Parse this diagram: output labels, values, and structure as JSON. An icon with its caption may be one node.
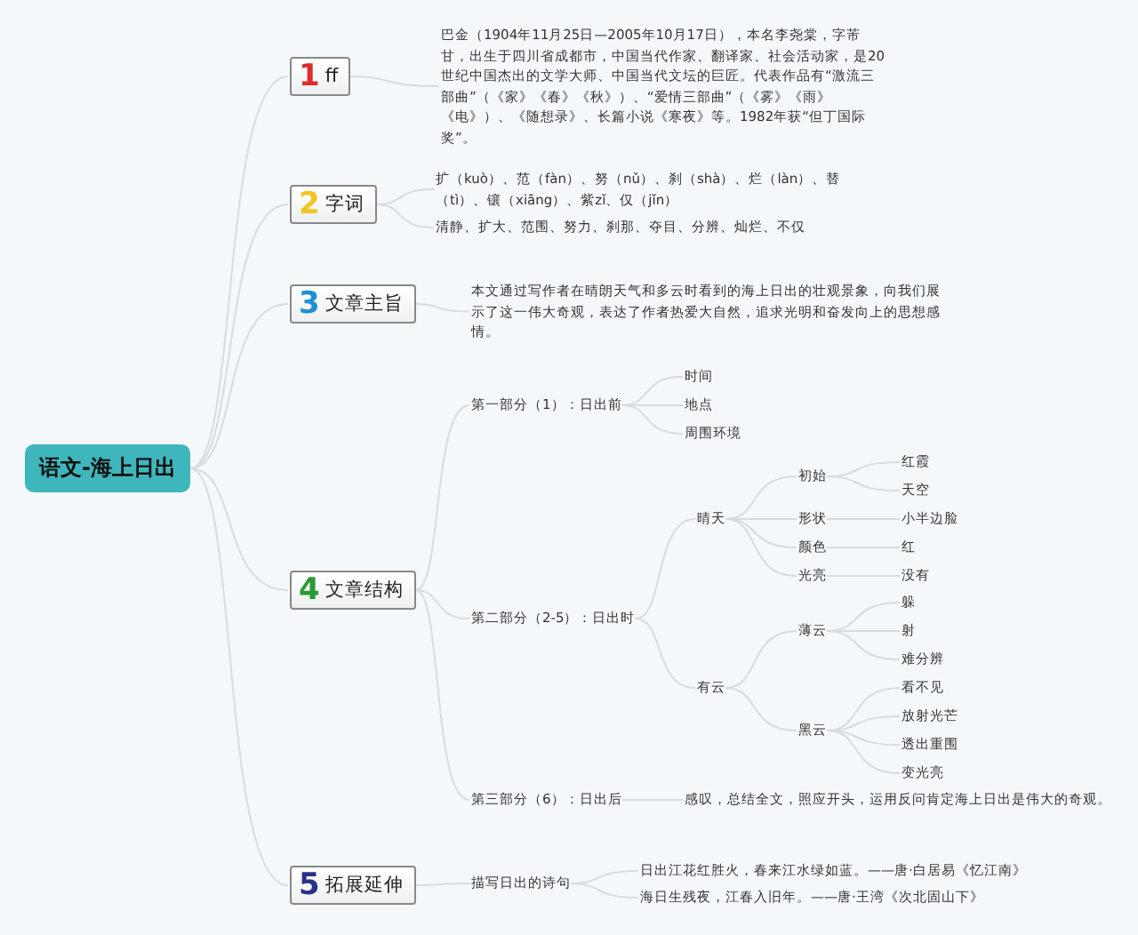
{
  "diagram": {
    "nodes": [
      {
        "text": [
          "语文-海上日出"
        ]
      },
      {
        "text": [
          "1",
          "ff"
        ]
      },
      {
        "text": [
          "巴金（1904年11月25日—2005年10月17日），本名李尧棠，字芾甘，出生于四川省成都市，中国当代作家、翻译家、社会活动家，是20世纪中国杰出的文学大师、中国当代文坛的巨匠。代表作品有“激流三部曲”（《家》《春》《秋》）、“爱情三部曲”（《雾》《雨》《电》）、《随想录》、长篇小说《寒夜》等。1982年获“但丁国际奖”。"
        ]
      },
      {
        "text": [
          "2",
          "字词"
        ]
      },
      {
        "text": [
          "扩（kuò）、范（fàn）、努（nǔ）、刹（shà）、烂（làn）、替（tì）、镶（xiāng）、紫zǐ、仅（jǐn）"
        ]
      },
      {
        "text": [
          "清静、扩大、范围、努力、刹那、夺目、分辨、灿烂、不仅"
        ]
      },
      {
        "text": [
          "3",
          "文章主旨"
        ]
      },
      {
        "text": [
          "本文通过写作者在晴朗天气和多云时看到的海上日出的壮观景象，向我们展示了这一伟大奇观，表达了作者热爱大自然，追求光明和奋发向上的思想感情。"
        ]
      },
      {
        "text": [
          "4",
          "文章结构"
        ]
      },
      {
        "text": [
          "第一部分（1）：日出前"
        ]
      },
      {
        "text": [
          "时间"
        ]
      },
      {
        "text": [
          "地点"
        ]
      },
      {
        "text": [
          "周围环境"
        ]
      },
      {
        "text": [
          "第二部分（2-5）：日出时"
        ]
      },
      {
        "text": [
          "晴天"
        ]
      },
      {
        "text": [
          "初始"
        ]
      },
      {
        "text": [
          "红霞"
        ]
      },
      {
        "text": [
          "天空"
        ]
      },
      {
        "text": [
          "形状"
        ]
      },
      {
        "text": [
          "小半边脸"
        ]
      },
      {
        "text": [
          "颜色"
        ]
      },
      {
        "text": [
          "红"
        ]
      },
      {
        "text": [
          "光亮"
        ]
      },
      {
        "text": [
          "没有"
        ]
      },
      {
        "text": [
          "有云"
        ]
      },
      {
        "text": [
          "薄云"
        ]
      },
      {
        "text": [
          "躲"
        ]
      },
      {
        "text": [
          "射"
        ]
      },
      {
        "text": [
          "难分辨"
        ]
      },
      {
        "text": [
          "黑云"
        ]
      },
      {
        "text": [
          "看不见"
        ]
      },
      {
        "text": [
          "放射光芒"
        ]
      },
      {
        "text": [
          "透出重围"
        ]
      },
      {
        "text": [
          "变光亮"
        ]
      },
      {
        "text": [
          "第三部分（6）：日出后"
        ]
      },
      {
        "text": [
          "感叹，总结全文，照应开头，运用反问肯定海上日出是伟大的奇观。"
        ]
      },
      {
        "text": [
          "5",
          "拓展延伸"
        ]
      },
      {
        "text": [
          "描写日出的诗句"
        ]
      },
      {
        "text": [
          "日出江花红胜火，春来江水绿如蓝。——唐·白居易《忆江南》"
        ]
      },
      {
        "text": [
          "海日生残夜，江春入旧年。——唐·王湾《次北固山下》"
        ]
      }
    ],
    "edges": [
      {
        "from": 0,
        "to": 1,
        "arrow": "none"
      },
      {
        "from": 0,
        "to": 3,
        "arrow": "none"
      },
      {
        "from": 0,
        "to": 6,
        "arrow": "none"
      },
      {
        "from": 0,
        "to": 8,
        "arrow": "none"
      },
      {
        "from": 0,
        "to": 36,
        "arrow": "none"
      },
      {
        "from": 1,
        "to": 2,
        "arrow": "none"
      },
      {
        "from": 3,
        "to": 4,
        "arrow": "none"
      },
      {
        "from": 3,
        "to": 5,
        "arrow": "none"
      },
      {
        "from": 6,
        "to": 7,
        "arrow": "none"
      },
      {
        "from": 8,
        "to": 9,
        "arrow": "none"
      },
      {
        "from": 8,
        "to": 13,
        "arrow": "none"
      },
      {
        "from": 8,
        "to": 34,
        "arrow": "none"
      },
      {
        "from": 9,
        "to": 10,
        "arrow": "none"
      },
      {
        "from": 9,
        "to": 11,
        "arrow": "none"
      },
      {
        "from": 9,
        "to": 12,
        "arrow": "none"
      },
      {
        "from": 13,
        "to": 14,
        "arrow": "none"
      },
      {
        "from": 13,
        "to": 24,
        "arrow": "none"
      },
      {
        "from": 14,
        "to": 15,
        "arrow": "none"
      },
      {
        "from": 14,
        "to": 18,
        "arrow": "none"
      },
      {
        "from": 14,
        "to": 20,
        "arrow": "none"
      },
      {
        "from": 14,
        "to": 22,
        "arrow": "none"
      },
      {
        "from": 15,
        "to": 16,
        "arrow": "none"
      },
      {
        "from": 15,
        "to": 17,
        "arrow": "none"
      },
      {
        "from": 18,
        "to": 19,
        "arrow": "none"
      },
      {
        "from": 20,
        "to": 21,
        "arrow": "none"
      },
      {
        "from": 22,
        "to": 23,
        "arrow": "none"
      },
      {
        "from": 24,
        "to": 25,
        "arrow": "none"
      },
      {
        "from": 24,
        "to": 29,
        "arrow": "none"
      },
      {
        "from": 25,
        "to": 26,
        "arrow": "none"
      },
      {
        "from": 25,
        "to": 27,
        "arrow": "none"
      },
      {
        "from": 25,
        "to": 28,
        "arrow": "none"
      },
      {
        "from": 29,
        "to": 30,
        "arrow": "none"
      },
      {
        "from": 29,
        "to": 31,
        "arrow": "none"
      },
      {
        "from": 29,
        "to": 32,
        "arrow": "none"
      },
      {
        "from": 29,
        "to": 33,
        "arrow": "none"
      },
      {
        "from": 34,
        "to": 35,
        "arrow": "none"
      },
      {
        "from": 36,
        "to": 37,
        "arrow": "none"
      },
      {
        "from": 37,
        "to": 38,
        "arrow": "none"
      },
      {
        "from": 37,
        "to": 39,
        "arrow": "none"
      }
    ]
  }
}
